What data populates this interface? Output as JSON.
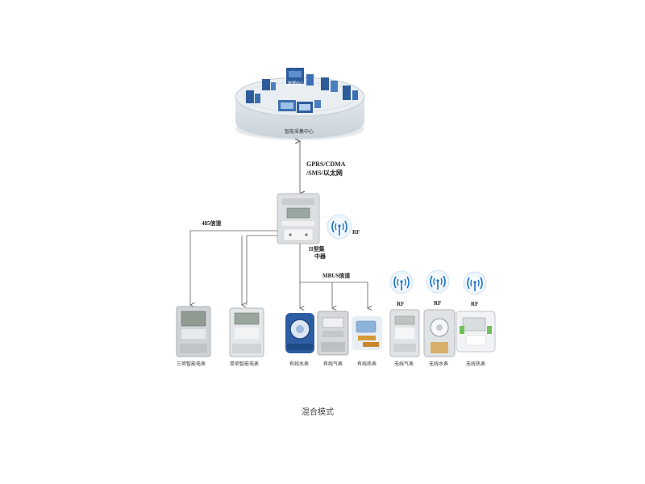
{
  "center": {
    "datacenter_label": "数据中心",
    "platform_label": "智能采集中心"
  },
  "links": {
    "network_line1": "GPRS/CDMA",
    "network_line2": "/SMS/以太网",
    "channel_485": "485信道",
    "channel_mbus": "MBUS信道",
    "concentrator_line1": "II型集",
    "concentrator_line2": "中器",
    "rf_main": "RF"
  },
  "devices": [
    {
      "label": "三项智能电表"
    },
    {
      "label": "单项智能电表"
    },
    {
      "label": "有线水表"
    },
    {
      "label": "有线气表"
    },
    {
      "label": "有线热表"
    },
    {
      "label": "无线气表",
      "rf": "RF"
    },
    {
      "label": "无线水表",
      "rf": "RF"
    },
    {
      "label": "无线热表",
      "rf": "RF"
    }
  ],
  "caption": "混合模式",
  "colors": {
    "line": "#888888",
    "arrow": "#555555",
    "rf_blue": "#1a73c9",
    "cloud": "#d6dde3",
    "building_blue": "#2e5b9a"
  }
}
